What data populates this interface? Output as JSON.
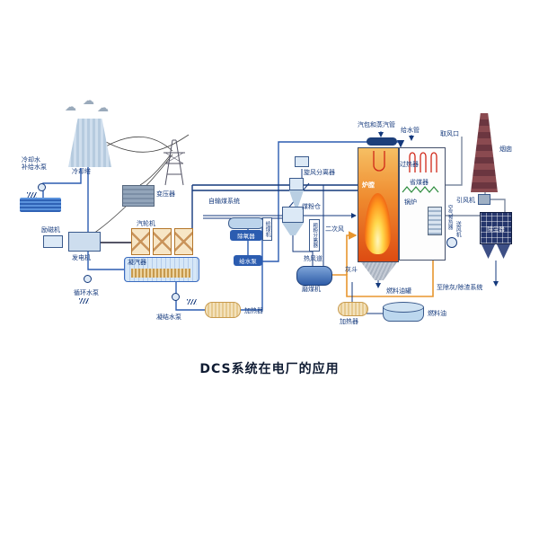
{
  "title": "DCS系统在电厂的应用",
  "colors": {
    "pipe_blue": "#2b5cb0",
    "label_navy": "#14397c",
    "flame_orange": "#ff9a1f",
    "furnace_red": "#dd4b12",
    "hot_air_orange": "#e8962e",
    "superheater_red": "#d02818",
    "economizer_green": "#2a8a3a"
  },
  "labels": {
    "cooling_tower": "冷却塔",
    "cooling_makeup_pump": "冷却水\n补给水泵",
    "transformer": "变压器",
    "exciter": "励磁机",
    "generator": "发电机",
    "turbine": "汽轮机",
    "condenser": "凝汽器",
    "circulating_pump": "循环水泵",
    "condensate_pump": "凝结水泵",
    "lp_heater": "加热器",
    "deaerator": "除氧器",
    "feed_pump": "给水泵",
    "coal_conveyor": "自输煤系统",
    "cyclone_separator": "旋风分离器",
    "coal_bunker": "煤粉仓",
    "coarse_separator": "粗粉分离器",
    "coal_feeder": "给煤机",
    "coal_mill": "磨煤机",
    "hot_air_duct": "热风道",
    "secondary_air": "二次风",
    "furnace": "炉膛",
    "boiler": "锅炉",
    "superheater": "过热器",
    "economizer": "省煤器",
    "air_preheater": "空气预热器",
    "fd_fan": "送风机",
    "id_fan": "引风机",
    "air_intake": "取风口",
    "chimney": "烟囱",
    "dust_collector": "除尘器",
    "drum_steam_pipe": "汽包和蒸汽管",
    "feedwater_pipe": "给水管",
    "ash_hopper": "灰斗",
    "to_ash_system": "至除灰/除渣系统",
    "oil_heater": "加热器",
    "fuel_tank": "燃料油罐",
    "fuel_oil": "燃料油"
  }
}
